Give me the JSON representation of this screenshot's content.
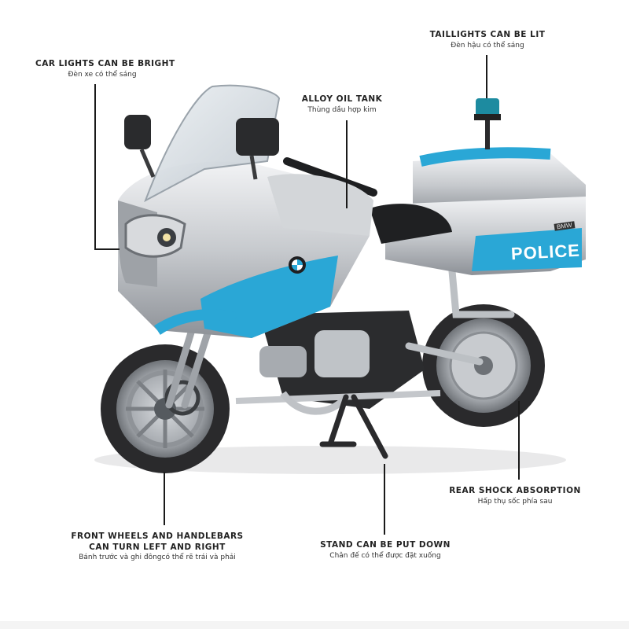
{
  "colors": {
    "accent_blue": "#2aa7d6",
    "silver": "#c9ccd1",
    "dark": "#1d1d1f",
    "tire": "#2a2a2c",
    "light_amber": "#f3e3a6"
  },
  "motorcycle": {
    "brand_badge": "BMW",
    "side_case_text": "POLICE"
  },
  "annotations": {
    "car_lights": {
      "en": "CAR LIGHTS CAN BE BRIGHT",
      "vi": "Đèn xe có thể sáng"
    },
    "taillights": {
      "en": "TAILLIGHTS CAN BE LIT",
      "vi": "Đèn hậu có thể sáng"
    },
    "oil_tank": {
      "en": "ALLOY OIL TANK",
      "vi": "Thùng dầu hợp kim"
    },
    "rear_shock": {
      "en": "REAR SHOCK ABSORPTION",
      "vi": "Hấp thụ sốc phía sau"
    },
    "front_wheels": {
      "en_line1": "FRONT WHEELS AND HANDLEBARS",
      "en_line2": "CAN TURN LEFT AND RIGHT",
      "vi": "Bánh trước và ghi đôngcó thể rẽ trái và phải"
    },
    "stand": {
      "en": "STAND CAN BE PUT DOWN",
      "vi": "Chân đế có thể được đặt xuống"
    }
  }
}
